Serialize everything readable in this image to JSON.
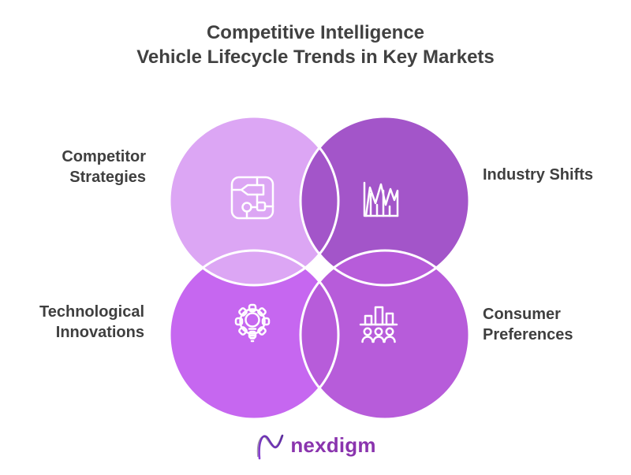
{
  "title": {
    "line1": "Competitive Intelligence",
    "line2": "Vehicle Lifecycle Trends in Key Markets"
  },
  "colors": {
    "background": "#ffffff",
    "title_text": "#414141",
    "label_text": "#3f3f3f",
    "circle_stroke": "#ffffff",
    "icon_stroke": "#ffffff",
    "circle_top_left": "#dca6f4",
    "circle_top_right": "#a355c9",
    "circle_bottom_left": "#c667f0",
    "circle_bottom_right": "#b75cda"
  },
  "quadrants": [
    {
      "position": "top-left",
      "label": "Competitor Strategies",
      "icon": "strategy-map-icon"
    },
    {
      "position": "top-right",
      "label": "Industry Shifts",
      "icon": "spike-chart-icon"
    },
    {
      "position": "bottom-left",
      "label": "Technological Innovations",
      "icon": "gear-lightbulb-icon"
    },
    {
      "position": "bottom-right",
      "label": "Consumer Preferences",
      "icon": "bar-chart-people-icon"
    }
  ],
  "logo": {
    "text": "nexdigm",
    "text_color": "#8a34ae",
    "mark_primary": "#6d2fb5",
    "mark_secondary": "#a8a2aa"
  }
}
